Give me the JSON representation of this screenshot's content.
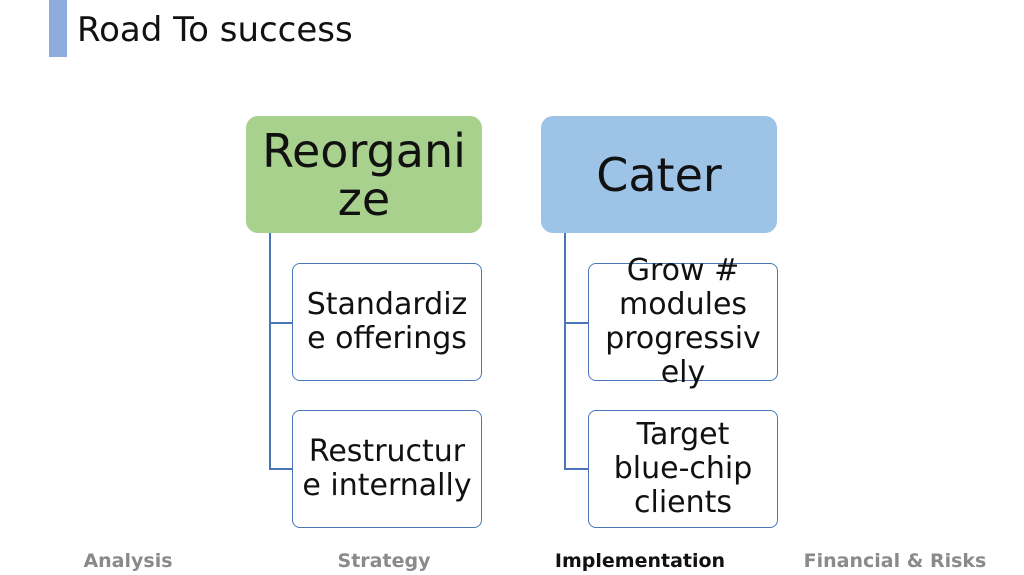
{
  "slide": {
    "title": "Road To success",
    "accent_color": "#8faadc"
  },
  "diagram": {
    "columns": [
      {
        "heading": "Reorgani ze",
        "heading_color": "#a9d18e",
        "children": [
          "Standardiz e offerings",
          "Restructur e internally"
        ]
      },
      {
        "heading": "Cater",
        "heading_color": "#9dc3e6",
        "children": [
          "Grow # modules progressiv ely",
          "Target blue-chip clients"
        ]
      }
    ],
    "connector_color": "#4a76b8"
  },
  "nav": {
    "items": [
      "Analysis",
      "Strategy",
      "Implementation",
      "Financial & Risks"
    ],
    "active_index": 2
  }
}
